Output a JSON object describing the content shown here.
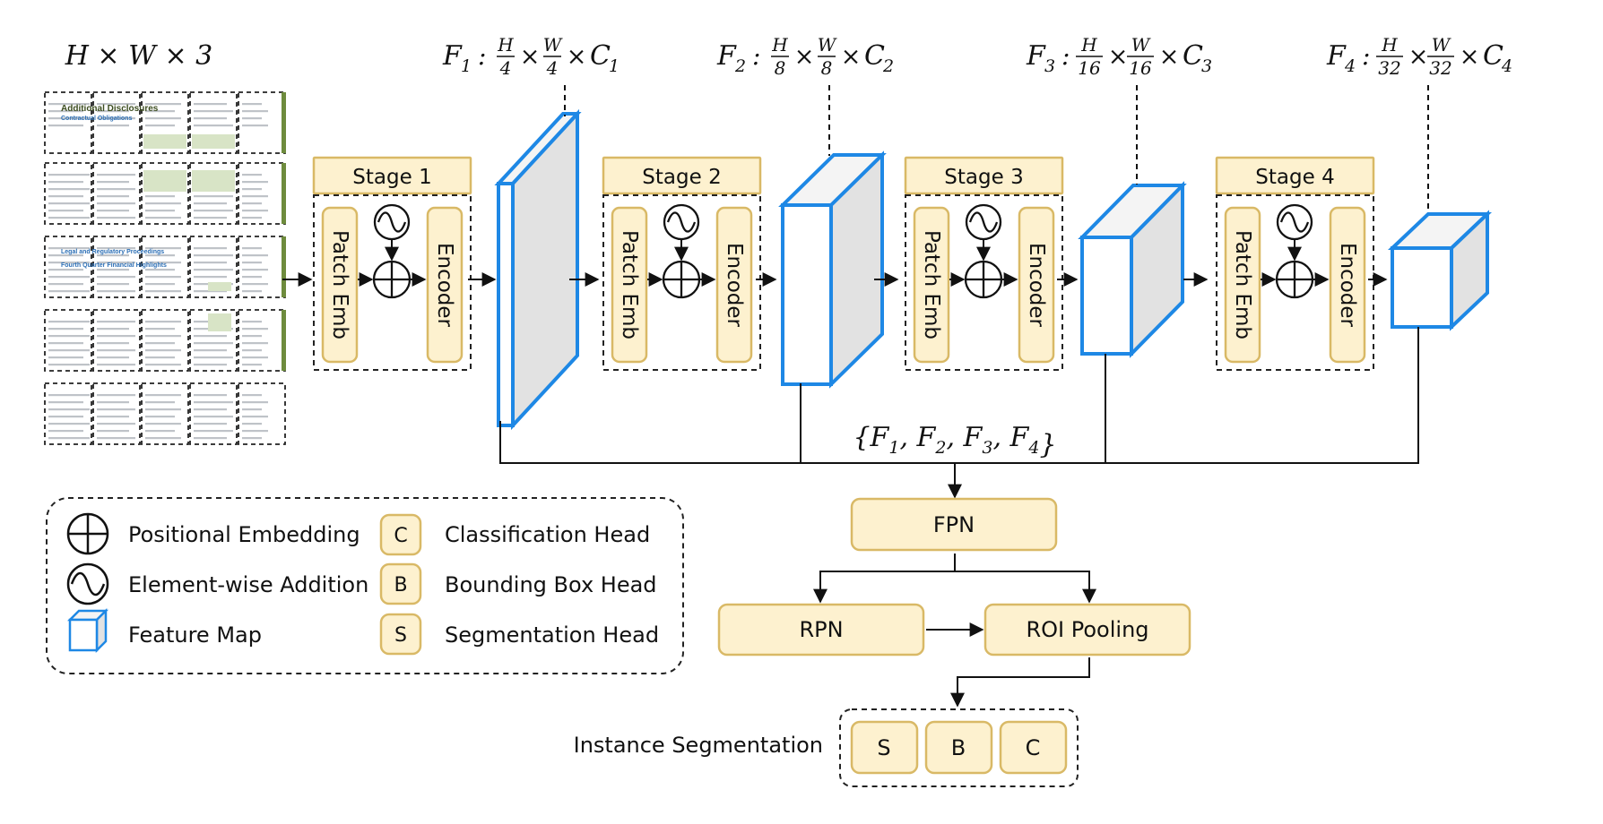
{
  "input": {
    "label": "H × W × 3",
    "document_heading": "Additional Disclosures",
    "document_subheading": "Contractual Obligations",
    "document_section": "Legal and Regulatory Proceedings",
    "document_section_2": "Fourth Quarter Financial Highlights"
  },
  "stages": [
    {
      "title": "Stage 1",
      "patch": "Patch Emb",
      "encoder": "Encoder"
    },
    {
      "title": "Stage 2",
      "patch": "Patch Emb",
      "encoder": "Encoder"
    },
    {
      "title": "Stage 3",
      "patch": "Patch Emb",
      "encoder": "Encoder"
    },
    {
      "title": "Stage 4",
      "patch": "Patch Emb",
      "encoder": "Encoder"
    }
  ],
  "features": [
    {
      "name": "F",
      "sub": "1",
      "h": "H",
      "hd": "4",
      "w": "W",
      "wd": "4",
      "c": "C",
      "csub": "1"
    },
    {
      "name": "F",
      "sub": "2",
      "h": "H",
      "hd": "8",
      "w": "W",
      "wd": "8",
      "c": "C",
      "csub": "2"
    },
    {
      "name": "F",
      "sub": "3",
      "h": "H",
      "hd": "16",
      "w": "W",
      "wd": "16",
      "c": "C",
      "csub": "3"
    },
    {
      "name": "F",
      "sub": "4",
      "h": "H",
      "hd": "32",
      "w": "W",
      "wd": "32",
      "c": "C",
      "csub": "4"
    }
  ],
  "feature_set": {
    "open": "{",
    "items": [
      {
        "name": "F",
        "sub": "1"
      },
      {
        "name": "F",
        "sub": "2"
      },
      {
        "name": "F",
        "sub": "3"
      },
      {
        "name": "F",
        "sub": "4"
      }
    ],
    "sep": ",",
    "close": "}"
  },
  "heads": {
    "fpn": "FPN",
    "rpn": "RPN",
    "roi": "ROI Pooling",
    "output_label": "Instance Segmentation",
    "outputs": [
      "S",
      "B",
      "C"
    ]
  },
  "legend": {
    "positional": "Positional Embedding",
    "elementwise": "Element-wise Addition",
    "feature_map": "Feature Map",
    "c_key": "C",
    "c_label": "Classification Head",
    "b_key": "B",
    "b_label": "Bounding Box Head",
    "s_key": "S",
    "s_label": "Segmentation Head"
  },
  "colors": {
    "box_fill": "#FDF1CF",
    "box_stroke": "#D9B966",
    "feature_map": "#1E88E5"
  }
}
